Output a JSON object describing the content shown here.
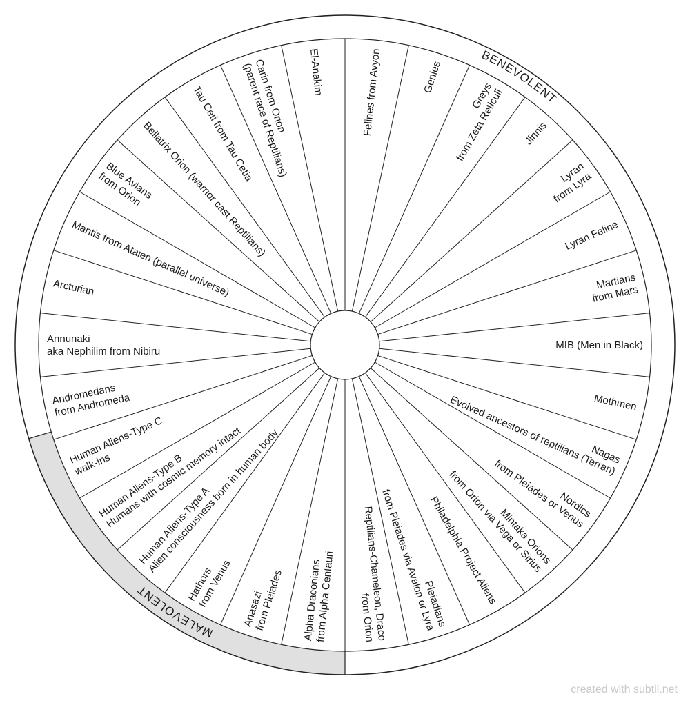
{
  "zones": {
    "benevolent": "BENEVOLENT",
    "malevolent": "MALEVOLENT",
    "malevolent_fill": "#e0e0e0"
  },
  "segments": [
    {
      "lines": [
        "Felines from Avyon"
      ]
    },
    {
      "lines": [
        "Genies"
      ]
    },
    {
      "lines": [
        "Greys",
        "from Zeta Reticuli"
      ]
    },
    {
      "lines": [
        "Jinnis"
      ]
    },
    {
      "lines": [
        "Lyran",
        "from Lyra"
      ]
    },
    {
      "lines": [
        "Lyran Feline"
      ]
    },
    {
      "lines": [
        "Martians",
        "from Mars"
      ]
    },
    {
      "lines": [
        "MIB (Men in Black)"
      ]
    },
    {
      "lines": [
        "Mothmen"
      ]
    },
    {
      "lines": [
        "Nagas",
        "Evolved ancestors of reptilians (Terran)"
      ]
    },
    {
      "lines": [
        "Nordics",
        "from Pleiades or Venus"
      ]
    },
    {
      "lines": [
        "Mintaka Orions",
        "from Orion via Vega or Sirius"
      ]
    },
    {
      "lines": [
        "Philadelphia Project Aliens"
      ]
    },
    {
      "lines": [
        "Pleiadians",
        "from Pleiades via Avalon or Lyra"
      ]
    },
    {
      "lines": [
        "Reptilians-Chameleon, Draco",
        "from Orion"
      ]
    },
    {
      "lines": [
        "Alpha Draconians",
        "from Alpha Centauri"
      ]
    },
    {
      "lines": [
        "Anasazi",
        "from Pleiades"
      ]
    },
    {
      "lines": [
        "Hathors",
        "from Venus"
      ]
    },
    {
      "lines": [
        "Human Aliens-Type A",
        "Alien consciousness born in human body"
      ]
    },
    {
      "lines": [
        "Human Aliens-Type B",
        "Humans with cosmic memory intact"
      ]
    },
    {
      "lines": [
        "Human Aliens-Type C",
        "walk-ins"
      ]
    },
    {
      "lines": [
        "Andromedans",
        "from Andromeda"
      ]
    },
    {
      "lines": [
        "Annunaki",
        "aka Nephilim from Nibiru"
      ]
    },
    {
      "lines": [
        "Arcturian"
      ]
    },
    {
      "lines": [
        "Mantis from Ataien (parallel universe)"
      ]
    },
    {
      "lines": [
        "Blue Avians",
        "from Orion"
      ]
    },
    {
      "lines": [
        "Bellatrix Orion (warrior cast Reptilians)"
      ]
    },
    {
      "lines": [
        "Tau Ceti from Tau Cetia"
      ]
    },
    {
      "lines": [
        "Carin from Orion",
        "(parent race of Reptilians)"
      ]
    },
    {
      "lines": [
        "El-Anakim"
      ]
    }
  ],
  "credit": "created with subtil.net"
}
